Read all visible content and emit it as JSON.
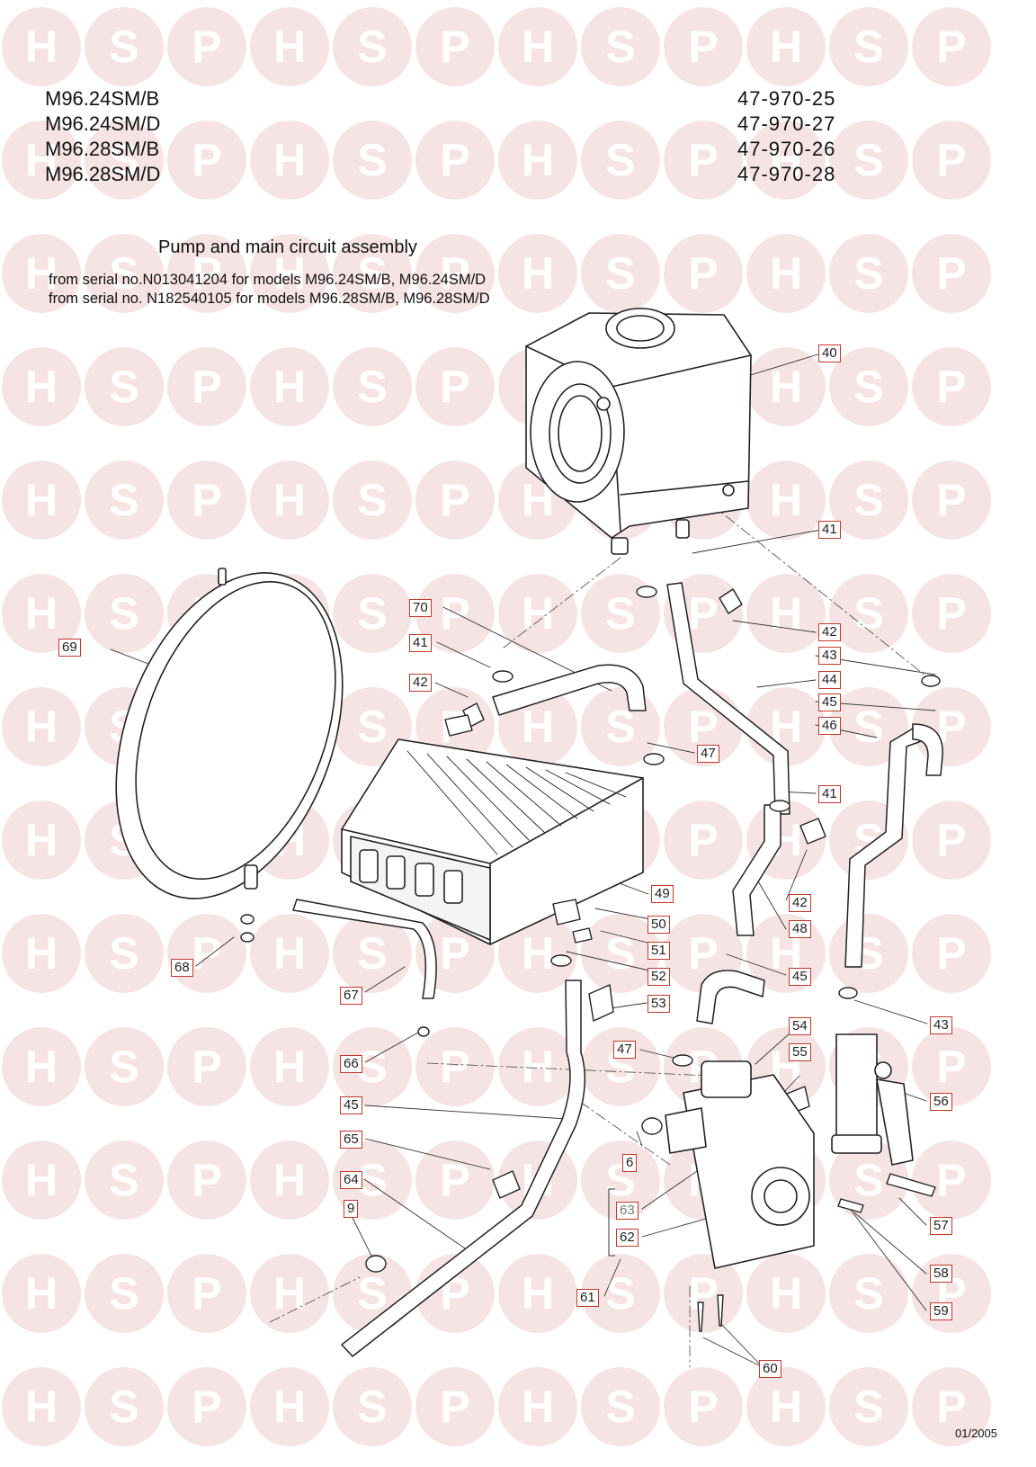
{
  "header": {
    "models": [
      "M96.24SM/B",
      "M96.24SM/D",
      "M96.28SM/B",
      "M96.28SM/D"
    ],
    "codes": [
      "47-970-25",
      "47-970-27",
      "47-970-26",
      "47-970-28"
    ]
  },
  "title": "Pump and main circuit assembly",
  "serial_notes": [
    "from serial no.N013041204  for models M96.24SM/B, M96.24SM/D",
    "from serial no. N182540105  for models M96.28SM/B, M96.28SM/D"
  ],
  "watermark": {
    "letters": [
      "H",
      "S",
      "P"
    ],
    "circle_color": "#f6e4e4",
    "letter_color": "#ffffff"
  },
  "colors": {
    "callout_border": "#c0392b",
    "line": "#222222"
  },
  "callouts": [
    "40",
    "41",
    "70",
    "41",
    "42",
    "69",
    "42",
    "43",
    "44",
    "45",
    "46",
    "47",
    "41",
    "49",
    "42",
    "48",
    "50",
    "51",
    "68",
    "52",
    "45",
    "67",
    "53",
    "43",
    "66",
    "54",
    "47",
    "55",
    "56",
    "45",
    "65",
    "6",
    "64",
    "63",
    "57",
    "9",
    "62",
    "58",
    "61",
    "59",
    "60"
  ],
  "footer": {
    "date": "01/2005"
  }
}
